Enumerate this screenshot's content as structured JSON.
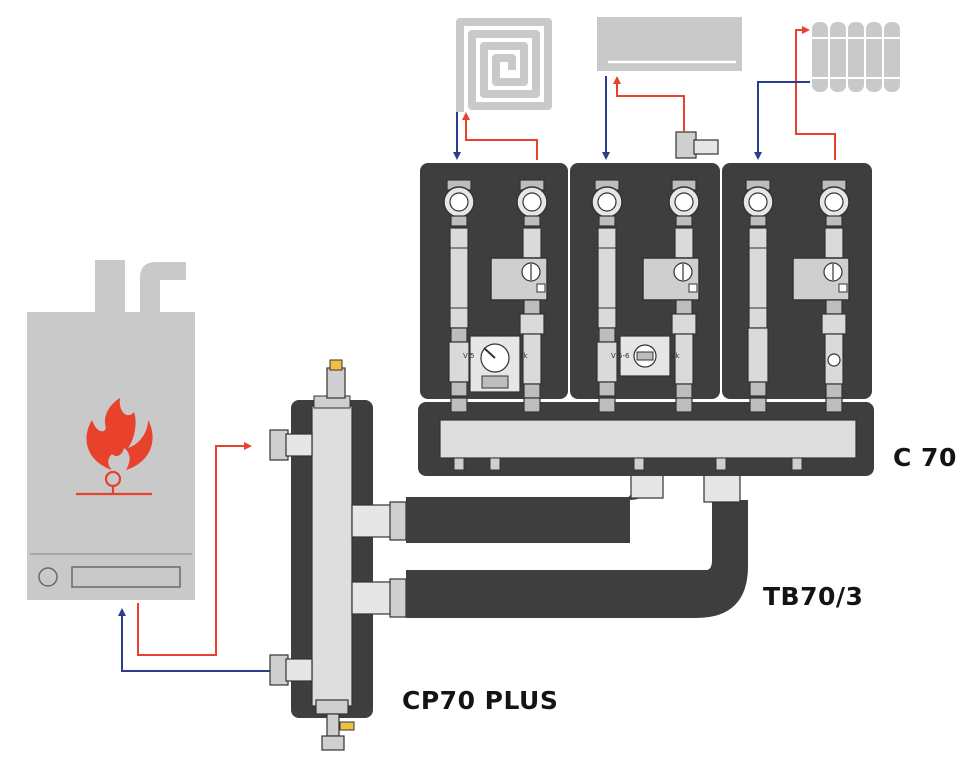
{
  "labels": {
    "manifold": "C 70",
    "connection_kit": "TB70/3",
    "separator": "CP70 PLUS"
  },
  "valve_marks": {
    "mix_valve_1": "V 5",
    "mix_valve_2": "V 5-6",
    "pump_tag": "2k"
  },
  "colors": {
    "supply": "#e8412c",
    "return": "#2b3d8f",
    "insulation": "#3e3e3e",
    "boiler": "#c9c9c9",
    "flame": "#e8412c"
  },
  "icons": [
    "floor-heating-coil-icon",
    "wall-fan-coil-icon",
    "radiator-icon",
    "boiler-flame-icon",
    "circulation-pump-icon",
    "ball-valve-icon"
  ]
}
